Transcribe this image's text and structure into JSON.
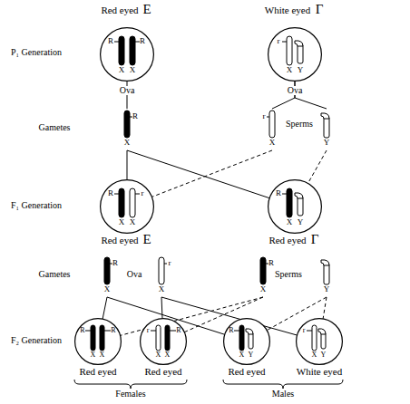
{
  "diagram": {
    "nodes": [
      {
        "text": [
          "Red eyed",
          "E",
          "R",
          "R",
          "X",
          "X"
        ]
      },
      {
        "text": [
          "White eyed",
          "Γ",
          "r",
          "X",
          "Y"
        ]
      },
      {
        "text": [
          "R",
          "X"
        ]
      },
      {
        "text": [
          "r",
          "X"
        ]
      },
      {
        "text": [
          "Y"
        ]
      },
      {
        "text": [
          "R",
          "r",
          "X",
          "X",
          "Red eyed",
          "E"
        ]
      },
      {
        "text": [
          "R",
          "X",
          "Y",
          "Red eyed",
          "Γ"
        ]
      },
      {
        "text": [
          "R",
          "X"
        ]
      },
      {
        "text": [
          "r",
          "X"
        ]
      },
      {
        "text": [
          "R",
          "X"
        ]
      },
      {
        "text": [
          "Y"
        ]
      },
      {
        "text": [
          "R",
          "R",
          "X",
          "X",
          "Red eyed"
        ]
      },
      {
        "text": [
          "r",
          "R",
          "X",
          "X",
          "Red eyed"
        ]
      },
      {
        "text": [
          "R",
          "X",
          "Y",
          "Red eyed"
        ]
      },
      {
        "text": [
          "r",
          "X",
          "Y",
          "White eyed"
        ]
      }
    ],
    "edges": [
      {
        "from": 0,
        "to": 2,
        "arrow": "none"
      },
      {
        "from": 1,
        "to": 3,
        "arrow": "none"
      },
      {
        "from": 1,
        "to": 4,
        "arrow": "none"
      },
      {
        "from": 2,
        "to": 5,
        "arrow": "none"
      },
      {
        "from": 2,
        "to": 6,
        "arrow": "none"
      },
      {
        "from": 3,
        "to": 5,
        "arrow": "none"
      },
      {
        "from": 4,
        "to": 6,
        "arrow": "none"
      },
      {
        "from": 7,
        "to": 11,
        "arrow": "none"
      },
      {
        "from": 7,
        "to": 13,
        "arrow": "none"
      },
      {
        "from": 8,
        "to": 12,
        "arrow": "none"
      },
      {
        "from": 8,
        "to": 14,
        "arrow": "none"
      },
      {
        "from": 9,
        "to": 11,
        "arrow": "none"
      },
      {
        "from": 9,
        "to": 12,
        "arrow": "none"
      },
      {
        "from": 10,
        "to": 13,
        "arrow": "none"
      },
      {
        "from": 10,
        "to": 14,
        "arrow": "none"
      }
    ],
    "labels": [
      "P₁ Generation",
      "Ova",
      "Ova",
      "Sperms",
      "Gametes",
      "F₁ Generation",
      "Gametes",
      "Ova",
      "Sperms",
      "F₂ Generation",
      "Females",
      "Males"
    ]
  }
}
